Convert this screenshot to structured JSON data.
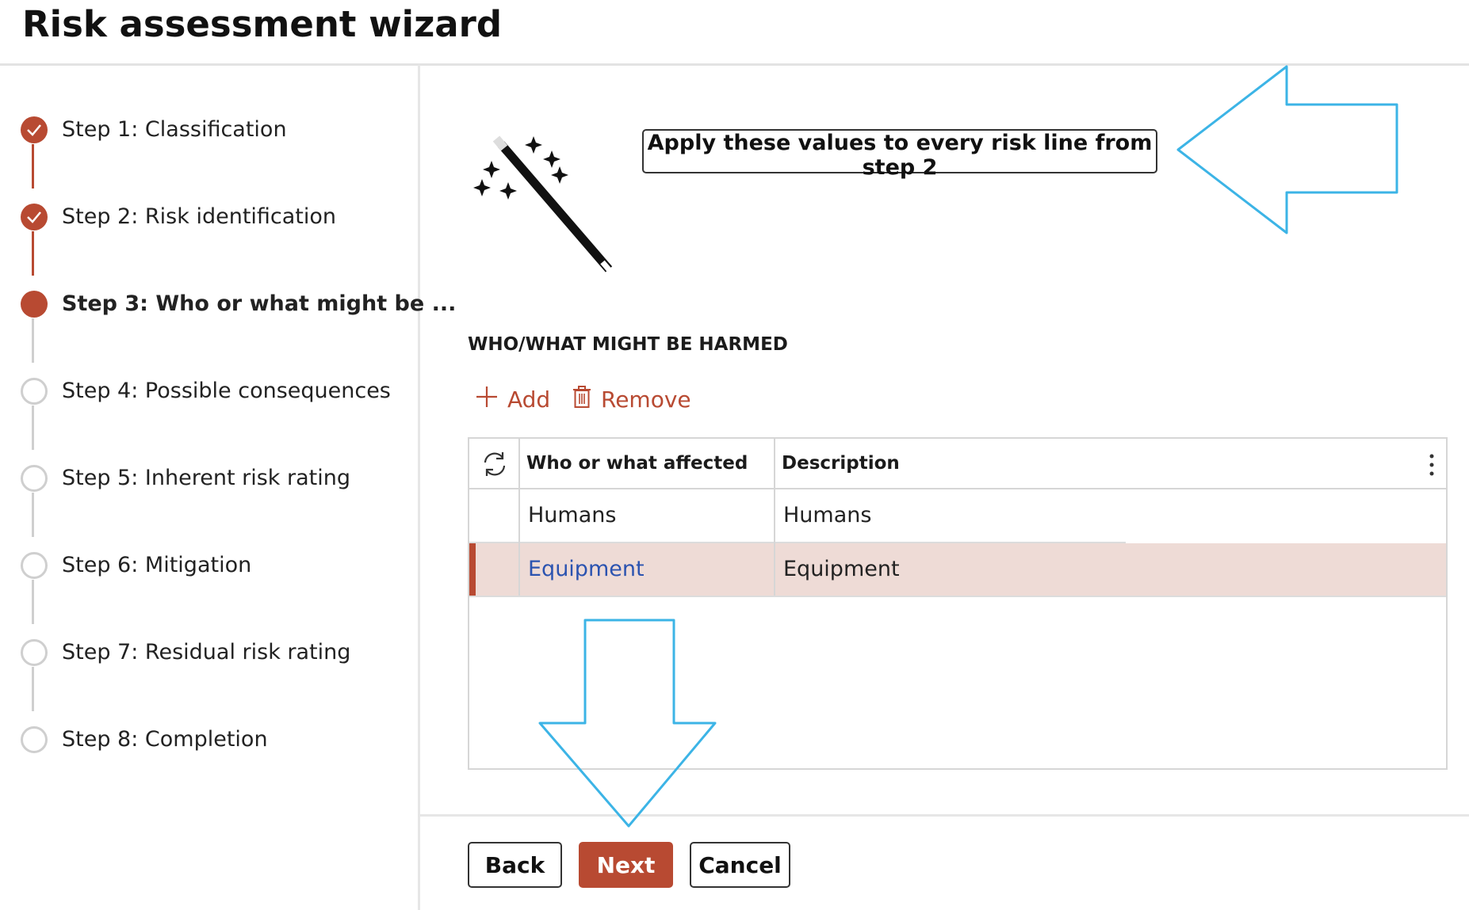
{
  "page": {
    "title": "Risk assessment wizard"
  },
  "steps": [
    {
      "label": "Step 1: Classification",
      "status": "done"
    },
    {
      "label": "Step 2: Risk identification",
      "status": "done"
    },
    {
      "label": "Step 3: Who or what might be ...",
      "status": "current"
    },
    {
      "label": "Step 4: Possible consequences",
      "status": "todo"
    },
    {
      "label": "Step 5: Inherent risk rating",
      "status": "todo"
    },
    {
      "label": "Step 6: Mitigation",
      "status": "todo"
    },
    {
      "label": "Step 7: Residual risk rating",
      "status": "todo"
    },
    {
      "label": "Step 8: Completion",
      "status": "todo"
    }
  ],
  "main": {
    "apply_button_label": "Apply these values to every risk line from step 2",
    "section_heading": "WHO/WHAT MIGHT BE HARMED",
    "toolbar": {
      "add_label": "Add",
      "remove_label": "Remove"
    },
    "grid": {
      "columns": [
        "Who or what affected",
        "Description"
      ],
      "rows": [
        {
          "who": "Humans",
          "description": "Humans",
          "selected": false
        },
        {
          "who": "Equipment",
          "description": "Equipment",
          "selected": true
        }
      ]
    }
  },
  "footer": {
    "back_label": "Back",
    "next_label": "Next",
    "cancel_label": "Cancel"
  },
  "colors": {
    "accent": "#b84a32",
    "selected_row": "#eedbd6",
    "link": "#2b53b0",
    "annotation": "#3cb4e6"
  },
  "icons": {
    "step_done": "check-circle-icon",
    "wand": "magic-wand-icon",
    "add": "plus-icon",
    "remove": "trash-icon",
    "refresh": "refresh-icon",
    "more": "more-vertical-icon"
  }
}
